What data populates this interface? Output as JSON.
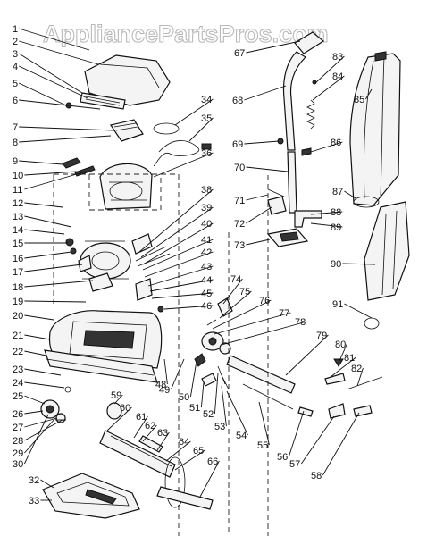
{
  "watermark": "AppliancePartsPros.com",
  "part_numbers": [
    "1",
    "2",
    "3",
    "4",
    "5",
    "6",
    "7",
    "8",
    "9",
    "10",
    "11",
    "12",
    "13",
    "14",
    "15",
    "16",
    "17",
    "18",
    "19",
    "20",
    "21",
    "22",
    "23",
    "24",
    "25",
    "26",
    "27",
    "28",
    "29",
    "30",
    "32",
    "33",
    "34",
    "35",
    "36",
    "38",
    "39",
    "40",
    "41",
    "42",
    "43",
    "44",
    "45",
    "46",
    "48",
    "49",
    "50",
    "51",
    "52",
    "53",
    "54",
    "55",
    "56",
    "57",
    "58",
    "59",
    "60",
    "61",
    "62",
    "63",
    "64",
    "65",
    "66",
    "67",
    "68",
    "69",
    "70",
    "71",
    "72",
    "73",
    "74",
    "75",
    "76",
    "77",
    "78",
    "79",
    "80",
    "81",
    "82",
    "83",
    "84",
    "85",
    "86",
    "87",
    "88",
    "89",
    "90",
    "91"
  ]
}
